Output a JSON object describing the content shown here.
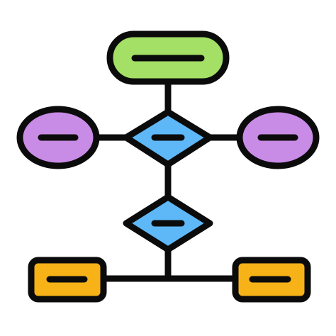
{
  "icon": {
    "semantic": "flowchart-icon",
    "outline_color": "#0b0b0b",
    "background_color": "#ffffff"
  },
  "nodes": [
    {
      "name": "start-terminal",
      "shape": "rounded-pill",
      "fill": "#a3e065"
    },
    {
      "name": "decision-top",
      "shape": "diamond",
      "fill": "#5eb8f8"
    },
    {
      "name": "decision-bottom",
      "shape": "diamond",
      "fill": "#5eb8f8"
    },
    {
      "name": "left-ellipse",
      "shape": "ellipse",
      "fill": "#c98ce6"
    },
    {
      "name": "right-ellipse",
      "shape": "ellipse",
      "fill": "#c98ce6"
    },
    {
      "name": "bottom-left-rect",
      "shape": "rounded-rect",
      "fill": "#f7b218"
    },
    {
      "name": "bottom-right-rect",
      "shape": "rounded-rect",
      "fill": "#f7b218"
    }
  ]
}
